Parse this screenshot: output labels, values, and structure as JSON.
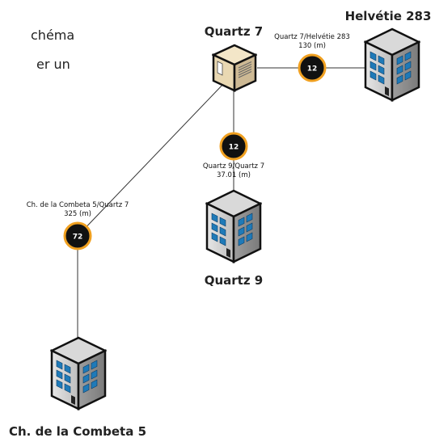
{
  "background_text": [
    "chéma",
    "er un"
  ],
  "colors": {
    "edge": "#333333",
    "badge_fill": "#111111",
    "badge_ring": "#f0a020",
    "building_body": "#c8c8c8",
    "building_window": "#1f7ab8",
    "hub_body": "#e8d8b4"
  },
  "nodes": [
    {
      "id": "quartz7",
      "label": "Quartz 7",
      "icon": "substation-cube-icon"
    },
    {
      "id": "helvetie283",
      "label": "Helvétie 283",
      "icon": "building-icon"
    },
    {
      "id": "quartz9",
      "label": "Quartz 9",
      "icon": "building-icon"
    },
    {
      "id": "combeta5",
      "label": "Ch. de la Combeta 5",
      "icon": "building-icon"
    }
  ],
  "edges": [
    {
      "from": "quartz7",
      "to": "helvetie283",
      "name": "Quartz 7/Helvétie 283",
      "length": "130 (m)",
      "badge": "12"
    },
    {
      "from": "quartz7",
      "to": "quartz9",
      "name": "Quartz 9/Quartz 7",
      "length": "37.01 (m)",
      "badge": "12"
    },
    {
      "from": "quartz7",
      "to": "combeta5",
      "name": "Ch. de la Combeta 5/Quartz 7",
      "length": "325 (m)",
      "badge": "72"
    }
  ]
}
